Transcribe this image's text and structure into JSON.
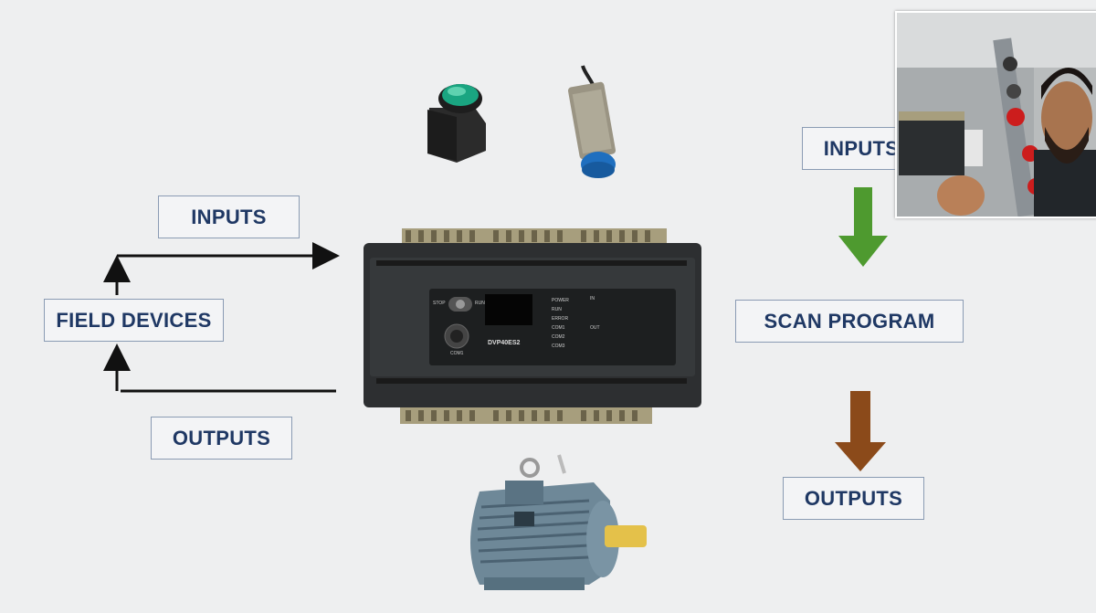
{
  "diagram": {
    "left": {
      "inputs_label": "INPUTS",
      "field_devices_label": "FIELD DEVICES",
      "outputs_label": "OUTPUTS"
    },
    "right": {
      "inputs_label": "INPUTS",
      "scan_program_label": "SCAN PROGRAM",
      "outputs_label": "OUTPUTS"
    },
    "plc": {
      "model_text": "DVP40ES2",
      "run_label": "RUN",
      "stop_label": "STOP",
      "status_leds": [
        "POWER",
        "RUN",
        "ERROR",
        "COM1",
        "COM2",
        "COM3"
      ],
      "in_label": "IN",
      "out_label": "OUT",
      "com_label": "COM1"
    },
    "colors": {
      "arrow_down_1": "#4e9a2f",
      "arrow_down_2": "#8b4a1a",
      "label_text": "#1f3864",
      "box_border": "#8a9bb3"
    },
    "icons": [
      "push-button-icon",
      "proximity-sensor-icon",
      "plc-icon",
      "motor-icon",
      "webcam-overlay"
    ]
  }
}
